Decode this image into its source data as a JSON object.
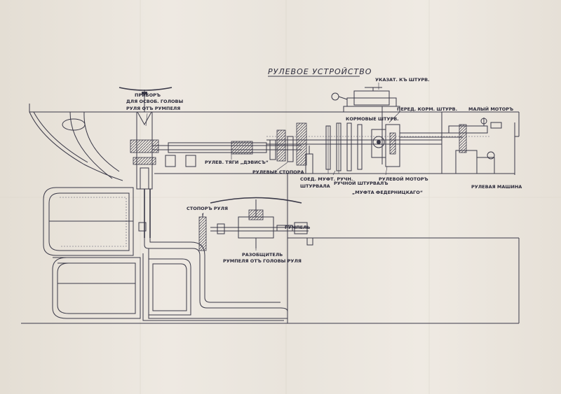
{
  "title": "РУЛЕВОЕ УСТРОЙСТВО",
  "labels": {
    "ukazatel": "УКАЗАТ. КЪ ШТУРВ.",
    "pribor": "ПРИБОРЪ",
    "dlya_osvob": "ДЛЯ ОСВОБ. ГОЛОВЫ",
    "rulya_ot": "РУЛЯ ОТЪ РУМПЕЛЯ",
    "pered_korm": "ПЕРЕД. КОРМ. ШТУРВ.",
    "malyi_motor": "МАЛЫЙ МОТОРЪ",
    "kormovye": "КОРМОВЫЕ ШТУРВ.",
    "tyagi": "РУЛЕВ. ТЯГИ „ДЭВИСЪ“",
    "stopora": "РУЛЕВЫЕ СТОПОРА",
    "soed": "СОЕД. МУФТ. РУЧН.",
    "shturvala": "ШТУРВАЛА",
    "ruchnoi": "РУЧНОЙ ШТУРВАЛЪ",
    "rul_motor": "РУЛЕВОЙ МОТОРЪ",
    "mufta": "„МУФТА ФЕДЕРНИЦКАГО“",
    "mashina": "РУЛЕВАЯ МАШИНА",
    "stopor_rulya": "СТОПОРЪ РУЛЯ",
    "rumpel": "РУМПЕЛЬ",
    "raz1": "РАЗОБЩИТЕЛЬ",
    "raz2": "РУМПЕЛЯ ОТЪ ГОЛОВЫ РУЛЯ"
  }
}
